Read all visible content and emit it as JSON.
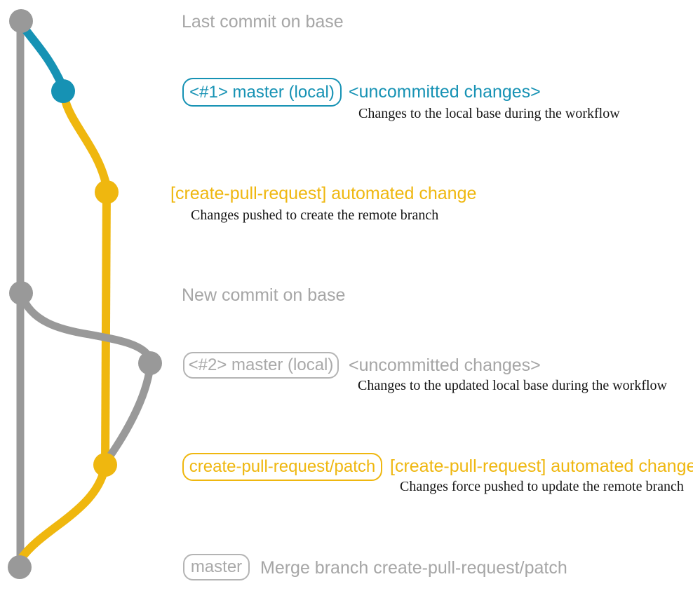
{
  "colors": {
    "teal": "#1692b4",
    "yellow": "#efb70f",
    "gray": "#999999",
    "gray_text": "#a6a6a6",
    "caption_text": "#161616"
  },
  "graph": {
    "rows": [
      {
        "label": "Last commit on base"
      },
      {
        "badge": "<#1> master (local)",
        "note": "<uncommitted changes>",
        "caption": "Changes to the local base during the workflow"
      },
      {
        "note": "[create-pull-request] automated change",
        "caption": "Changes pushed to create the remote branch"
      },
      {
        "label": "New commit on base"
      },
      {
        "badge": "<#2> master (local)",
        "note": "<uncommitted changes>",
        "caption": "Changes to the updated local base during the workflow"
      },
      {
        "badge": "create-pull-request/patch",
        "note": "[create-pull-request] automated change",
        "caption": "Changes force pushed to update the remote branch"
      },
      {
        "badge": "master",
        "note": "Merge branch create-pull-request/patch"
      }
    ]
  }
}
